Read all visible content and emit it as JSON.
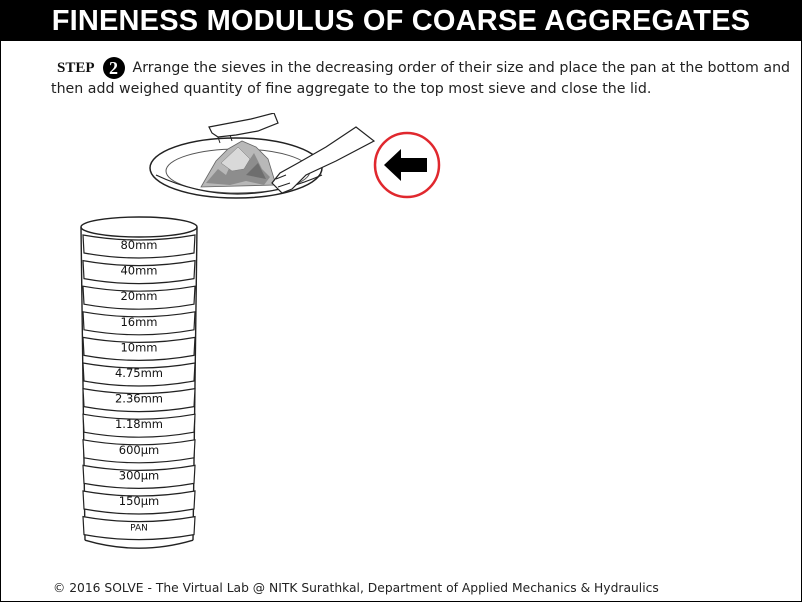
{
  "title": "FINENESS MODULUS OF COARSE AGGREGATES",
  "step": {
    "label": "STEP",
    "number": "2",
    "instruction": "Arrange the sieves in the decreasing order of their size and place the pan at the bottom and then add weighed quantity of fine aggregate to the top most sieve and close the lid."
  },
  "sieves": [
    "80mm",
    "40mm",
    "20mm",
    "16mm",
    "10mm",
    "4.75mm",
    "2.36mm",
    "1.18mm",
    "600μm",
    "300μm",
    "150μm"
  ],
  "pan_label": "PAN",
  "next_button": {
    "icon": "arrow-left-icon",
    "ring_color": "#e0282e"
  },
  "footer": "© 2016 SOLVE - The Virtual Lab @ NITK Surathkal, Department of Applied Mechanics & Hydraulics"
}
